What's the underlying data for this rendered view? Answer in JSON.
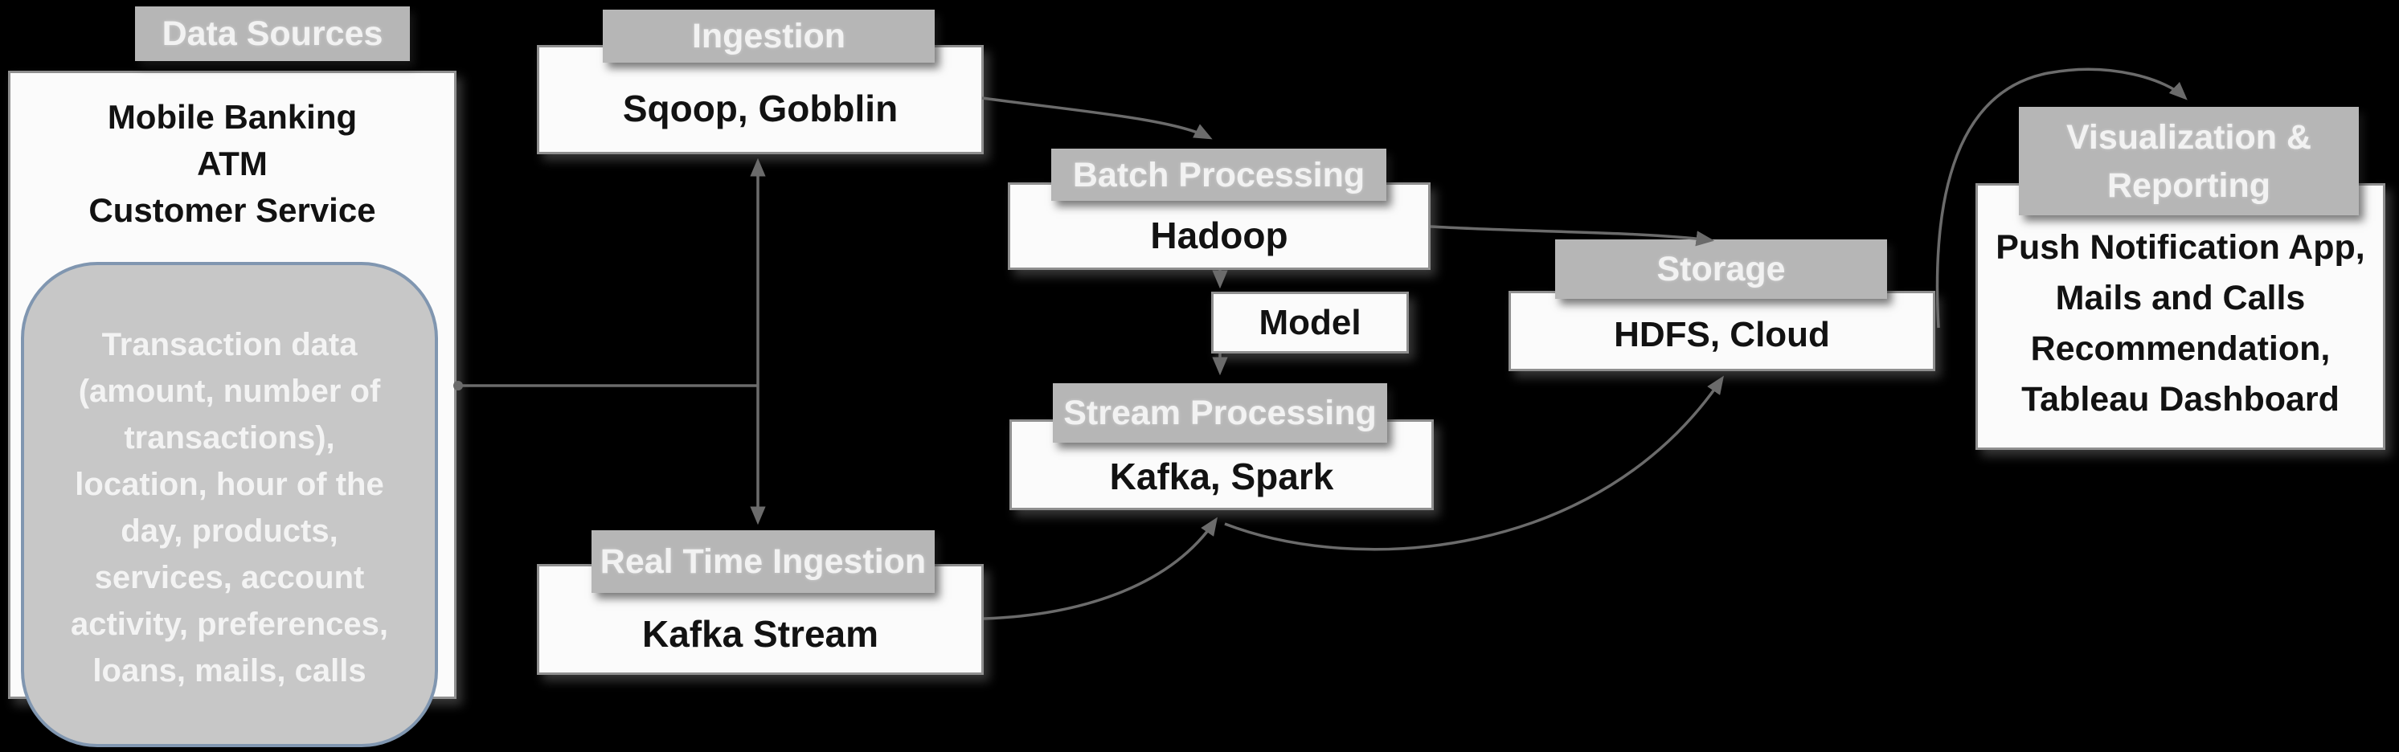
{
  "diagram": {
    "title": "Big data banking pipeline diagram",
    "background_color": "#000000",
    "palette": {
      "header_bg": "#b6b6b6",
      "header_text": "#f2f2f2",
      "box_bg": "#fbfbfb",
      "box_border": "#8f8f8f",
      "box_text": "#121212",
      "rounded_note_bg": "#c7c7c7",
      "rounded_note_border": "#8096b0",
      "rounded_note_text": "#f3f3f3",
      "connector": "#6b6b6b"
    },
    "nodes": {
      "data_sources": {
        "header": "Data Sources",
        "body_lines": [
          "Mobile Banking",
          "ATM",
          "Customer Service"
        ]
      },
      "transaction_note": {
        "body_lines": [
          "Transaction data",
          "(amount, number of",
          "transactions),",
          "location, hour of the",
          "day, products,",
          "services, account",
          "activity, preferences,",
          "loans, mails, calls"
        ]
      },
      "ingestion": {
        "header": "Ingestion",
        "body": "Sqoop, Gobblin"
      },
      "batch_processing": {
        "header": "Batch Processing",
        "body": "Hadoop"
      },
      "model": {
        "body": "Model"
      },
      "stream_processing": {
        "header": "Stream Processing",
        "body": "Kafka, Spark"
      },
      "real_time_ingestion": {
        "header": "Real Time Ingestion",
        "body": "Kafka Stream"
      },
      "storage": {
        "header": "Storage",
        "body": "HDFS, Cloud"
      },
      "visualization": {
        "header_lines": [
          "Visualization &",
          "Reporting"
        ],
        "body_lines": [
          "Push Notification App,",
          "Mails and Calls",
          "Recommendation,",
          "Tableau Dashboard"
        ]
      }
    },
    "edges": [
      {
        "from": "Data Sources",
        "to": "Ingestion"
      },
      {
        "from": "Data Sources",
        "to": "Real Time Ingestion"
      },
      {
        "from": "Ingestion",
        "to": "Batch Processing"
      },
      {
        "from": "Batch Processing",
        "to": "Model"
      },
      {
        "from": "Model",
        "to": "Stream Processing"
      },
      {
        "from": "Batch Processing",
        "to": "Storage"
      },
      {
        "from": "Real Time Ingestion",
        "to": "Stream Processing"
      },
      {
        "from": "Stream Processing",
        "to": "Storage"
      },
      {
        "from": "Storage",
        "to": "Visualization & Reporting"
      }
    ]
  }
}
